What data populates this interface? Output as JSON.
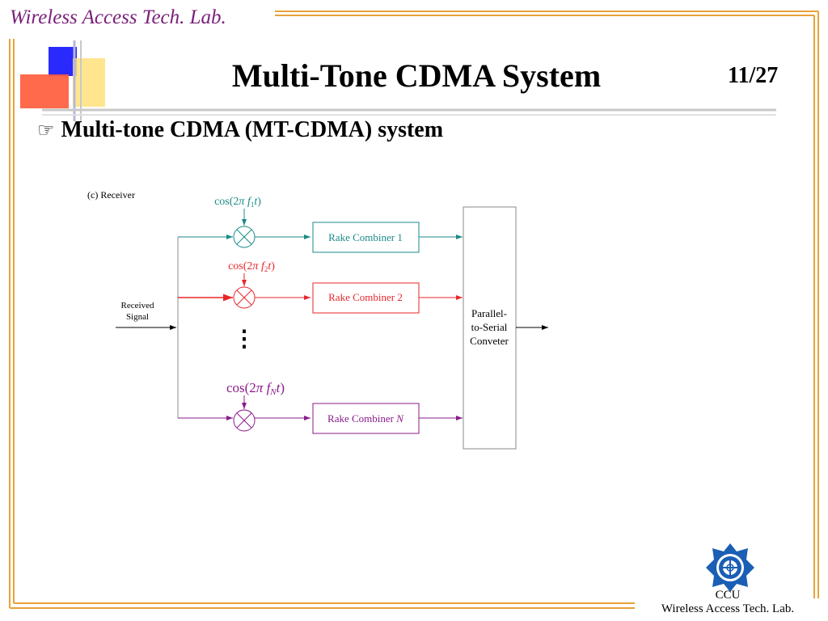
{
  "header": {
    "lab_name": "Wireless Access Tech. Lab.",
    "page_number": "11/27"
  },
  "slide": {
    "title": "Multi-Tone CDMA System",
    "bullet_icon": "pointing-hand-icon",
    "bullet_text": "Multi-tone CDMA (MT-CDMA) system"
  },
  "diagram": {
    "caption": "(c) Receiver",
    "input_label_line1": "Received",
    "input_label_line2": "Signal",
    "ellipsis": "⋮",
    "branches": [
      {
        "osc_prefix": "cos(2",
        "osc_pi": "π",
        "osc_f": " f",
        "osc_sub": "1",
        "osc_t": "t",
        "osc_suffix": ")",
        "combiner_prefix": "Rake Combiner 1",
        "combiner_suffix": "",
        "color": "#1a8a88"
      },
      {
        "osc_prefix": "cos(2",
        "osc_pi": "π",
        "osc_f": " f",
        "osc_sub": "2",
        "osc_t": "t",
        "osc_suffix": ")",
        "combiner_prefix": "Rake Combiner 2",
        "combiner_suffix": "",
        "color": "#e8262a"
      },
      {
        "osc_prefix": "cos(2",
        "osc_pi": "π",
        "osc_f": " f",
        "osc_sub": "N",
        "osc_t": "t",
        "osc_suffix": ")",
        "combiner_prefix": "Rake Combiner ",
        "combiner_suffix": "N",
        "color": "#8a1a8a"
      }
    ],
    "ps_line1": "Parallel-",
    "ps_line2": "to-Serial",
    "ps_line3": "Conveter"
  },
  "footer": {
    "org": "CCU",
    "lab_name": "Wireless Access Tech. Lab.",
    "logo_icon": "ccu-emblem-icon"
  },
  "colors": {
    "frame_orange": "#e8a23a",
    "deco_blue": "#2a2aff",
    "deco_red": "#ff4a3a",
    "deco_yellow": "#ffd24a",
    "emblem_blue": "#1a5fb4"
  }
}
